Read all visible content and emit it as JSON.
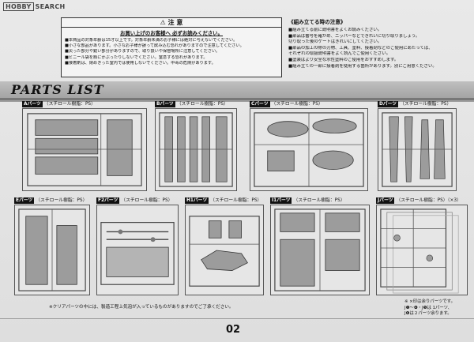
{
  "watermark": {
    "brand": "HOBBY",
    "suffix": "SEARCH"
  },
  "caution": {
    "heading": "⚠ 注 意",
    "subheading": "お買い上げのお客様へ 必ずお読みください。",
    "lines": [
      "■本商品の対象年齢は15才以上です。対象年齢未満のお子様には絶対に与えないでください。",
      "■小さな部品があります。小さなお子様が誤って飲み込む恐れがありますので注意してください。",
      "■尖った部分や鋭い部分がありますので、取り扱いや保管場所に注意してください。",
      "■ビニール袋を顔にかぶったりしないでください。窒息する恐れがあります。",
      "■接着剤は、閉めきった室内では使用しないでください。中毒の危険があります。"
    ]
  },
  "notes": {
    "title": "《組み立てる時の注意》",
    "lines": [
      "■組み立てる前に説明書をよくお読みください。",
      "■部品は番号を確かめ、ニッパーなどできれいに切り取りましょう。",
      "  切り取った後のゲートはきれいにしてください。",
      "■部品の加工の際の刃物、工具、塗料、接着剤などのご使用にあたっては、",
      "  それぞれの取扱説明書をよく読んでご使用ください。",
      "■塗装はより安全な水性塗料のご使用をおすすめします。",
      "■組み立ての一部に接着剤を使用する箇所があります。別にご用意ください。"
    ]
  },
  "banner": {
    "title": "PARTS LIST"
  },
  "frames": [
    {
      "tag": "Aパーツ",
      "desc": "（スチロール樹脂：PS）"
    },
    {
      "tag": "Bパーツ",
      "desc": "（スチロール樹脂：PS）"
    },
    {
      "tag": "Cパーツ",
      "desc": "（スチロール樹脂：PS）"
    },
    {
      "tag": "Dパーツ",
      "desc": "（スチロール樹脂：PS）"
    },
    {
      "tag": "Eパーツ",
      "desc": "（スチロール樹脂：PS）"
    },
    {
      "tag": "F2パーツ",
      "desc": "（スチロール樹脂：PS）"
    },
    {
      "tag": "H1パーツ",
      "desc": "（スチロール樹脂：PS）"
    },
    {
      "tag": "I1パーツ",
      "desc": "（スチロール樹脂：PS）"
    },
    {
      "tag": "Jパーツ",
      "desc": "（スチロール樹脂：PS）（×3）"
    }
  ],
  "clear_note": "※クリアパーツの中には、製造工程上気泡が入っているものがありますのでご了承ください。",
  "legend": {
    "lines": [
      "※ ×印は余りパーツです。",
      "J❶～❹・J❺は 1パーツ、",
      "J❻は２パーツ余ります。"
    ]
  },
  "page_number": "02"
}
